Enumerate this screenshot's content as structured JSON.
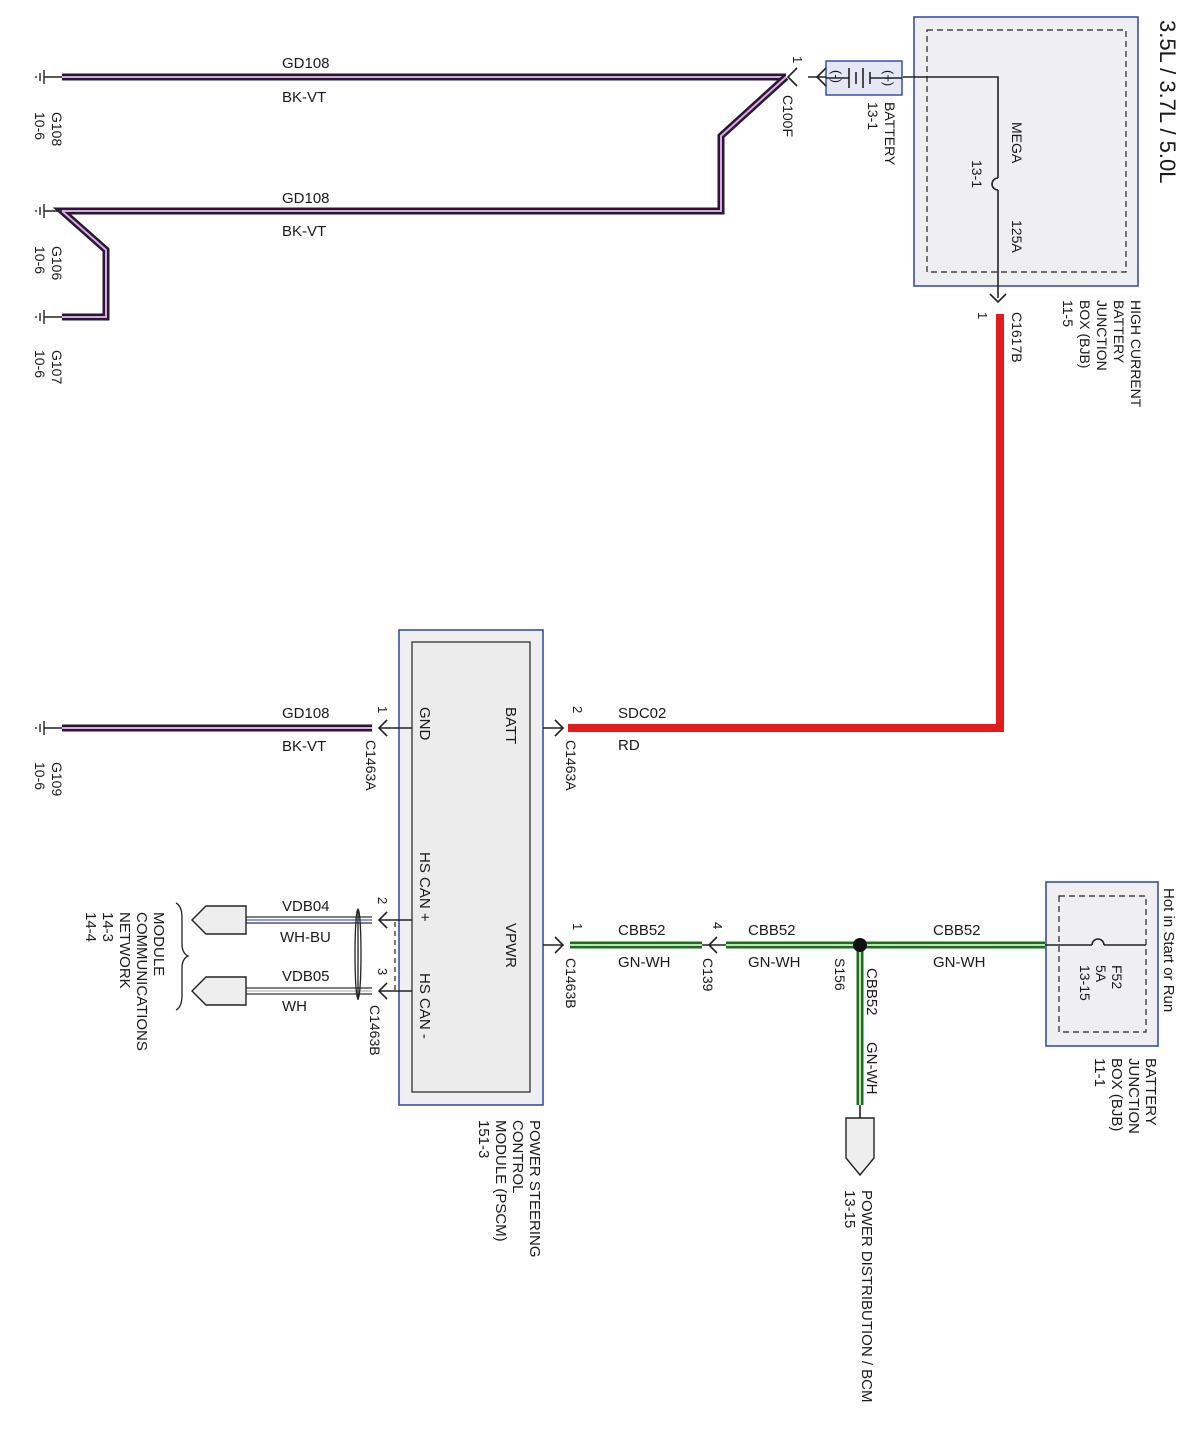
{
  "title": "3.5L / 3.7L / 5.0L",
  "colors": {
    "bk_vt_outer": "#2a1830",
    "bk_vt_inner": "#d9a8e8",
    "red": "#e41b1b",
    "green_outer": "#1f6b24",
    "green_inner": "#b9e6b0",
    "box_border": "#3b4fa8"
  },
  "grounds": {
    "g108": {
      "name": "G108",
      "ref": "10-6"
    },
    "g106": {
      "name": "G106",
      "ref": "10-6"
    },
    "g107": {
      "name": "G107",
      "ref": "10-6"
    },
    "g109": {
      "name": "G109",
      "ref": "10-6"
    }
  },
  "wires": {
    "w1": {
      "circuit": "GD108",
      "color": "BK-VT"
    },
    "w2": {
      "circuit": "GD108",
      "color": "BK-VT"
    },
    "w3": {
      "circuit": "GD108",
      "color": "BK-VT"
    },
    "w4": {
      "circuit": "SDC02",
      "color": "RD"
    },
    "w5": {
      "circuit": "CBB52",
      "color": "GN-WH"
    },
    "w6": {
      "circuit": "CBB52",
      "color": "GN-WH"
    },
    "w7": {
      "circuit": "CBB52",
      "color": "GN-WH"
    },
    "w8": {
      "circuit": "CBB52",
      "color": "GN-WH"
    },
    "w9": {
      "circuit": "VDB04",
      "color": "WH-BU"
    },
    "w10": {
      "circuit": "VDB05",
      "color": "WH"
    }
  },
  "connectors": {
    "c100f": {
      "name": "C100F",
      "pin": "1"
    },
    "c1617b": {
      "name": "C1617B",
      "pin": "1"
    },
    "c1463a_batt": {
      "name": "C1463A",
      "pin": "2"
    },
    "c1463a_gnd": {
      "name": "C1463A",
      "pin": "1"
    },
    "c1463b_vpwr": {
      "name": "C1463B",
      "pin": "1"
    },
    "c1463b_can": {
      "name": "C1463B",
      "pin_plus": "2",
      "pin_minus": "3"
    },
    "c139": {
      "name": "C139",
      "pin": "4"
    },
    "s156": {
      "name": "S156"
    }
  },
  "battery": {
    "name": "BATTERY",
    "ref": "13-1",
    "plus": "(+)",
    "minus": "(-)"
  },
  "hcbjb": {
    "lines": [
      "HIGH CURRENT",
      "BATTERY",
      "JUNCTION",
      "BOX (BJB)",
      "11-5"
    ],
    "fuse": {
      "name": "MEGA",
      "ref": "13-1",
      "rating": "125A"
    }
  },
  "bjb": {
    "hot": "Hot in Start or Run",
    "lines": [
      "BATTERY",
      "JUNCTION",
      "BOX (BJB)",
      "11-1"
    ],
    "fuse": {
      "name": "F52",
      "rating": "5A",
      "ref": "13-15"
    }
  },
  "pscm": {
    "lines": [
      "POWER STEERING",
      "CONTROL",
      "MODULE (PSCM)",
      "151-3"
    ],
    "pins": {
      "batt": "BATT",
      "gnd": "GND",
      "vpwr": "VPWR",
      "can_plus": "HS CAN +",
      "can_minus": "HS CAN -"
    }
  },
  "network": {
    "lines": [
      "MODULE",
      "COMMUNICATIONS",
      "NETWORK",
      "14-3",
      "14-4"
    ]
  },
  "power_dist": {
    "name": "POWER DISTRIBUTION / BCM",
    "ref": "13-15"
  }
}
